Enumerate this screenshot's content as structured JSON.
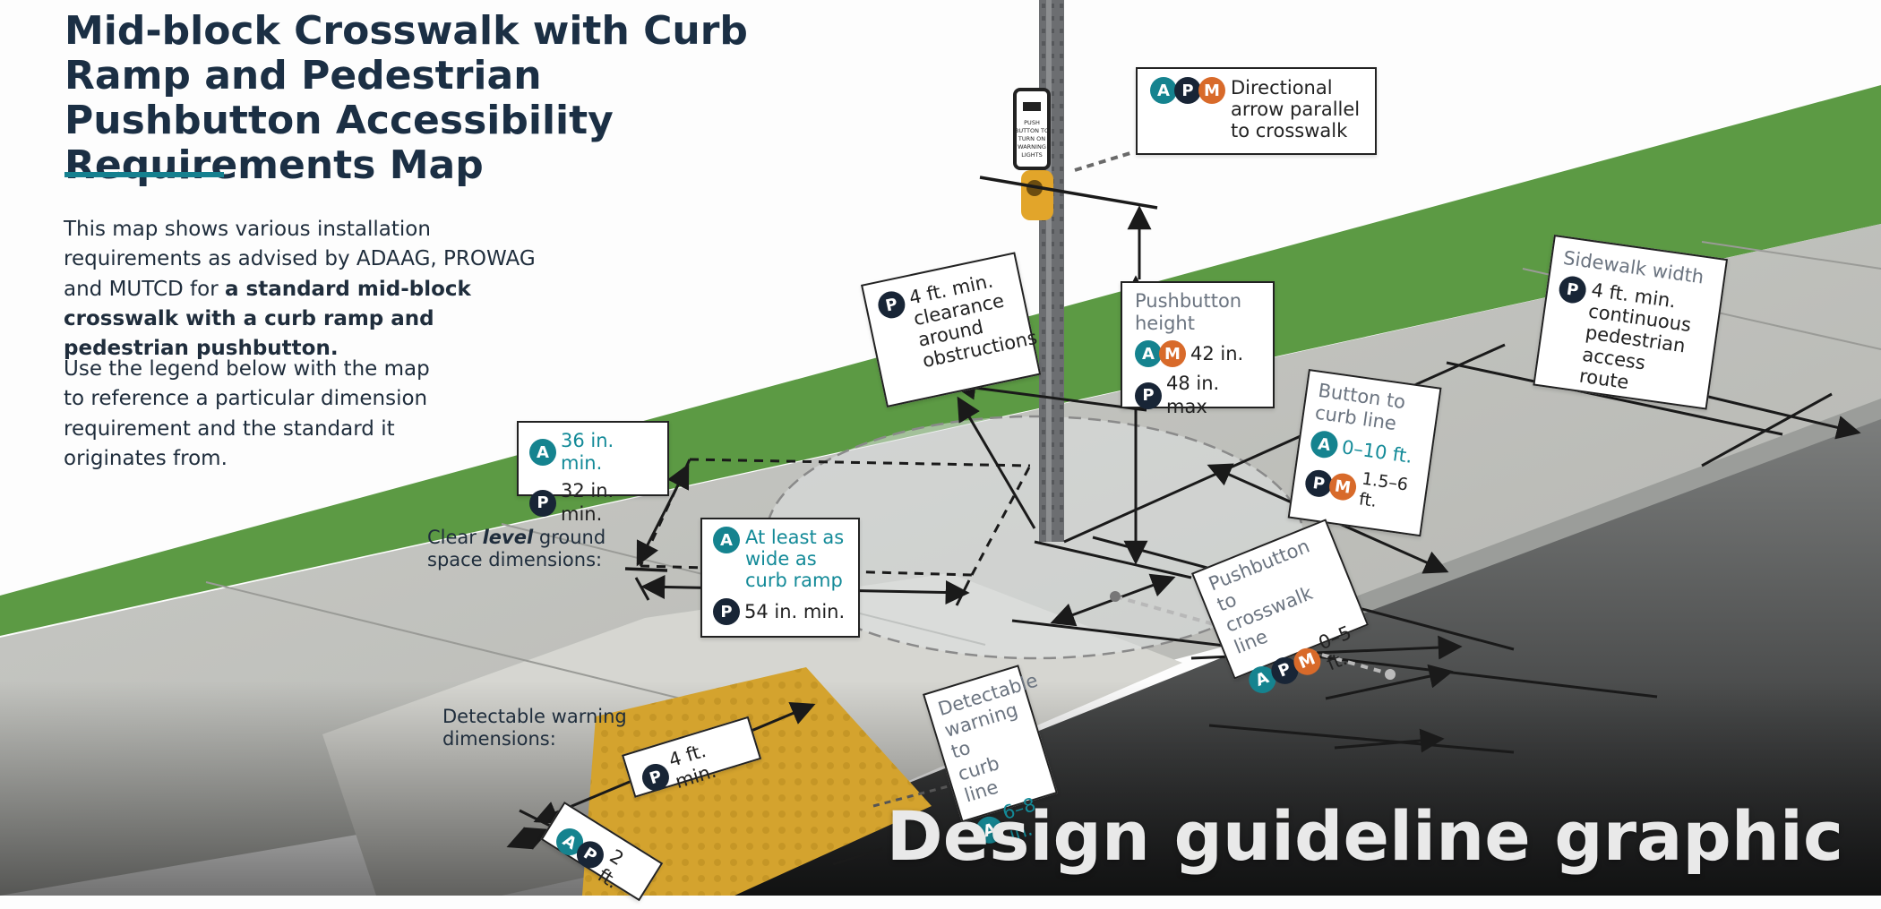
{
  "title": "Mid-block Crosswalk with Curb Ramp and Pedestrian Pushbutton Accessibility Requirements Map",
  "intro": {
    "p1_plain": "This map shows various installation requirements as advised by ADAAG, PROWAG and MUTCD for",
    "p1_bold": "a standard mid-block crosswalk with a curb ramp and pedestrian pushbutton.",
    "p2": "Use the legend below with the map to reference a particular dimension requirement and the standard it originates from."
  },
  "badges": {
    "A": "A",
    "P": "P",
    "M": "M"
  },
  "colors": {
    "ada": "#15838f",
    "prowag": "#182536",
    "mutcd": "#d86a2a",
    "grass": "#5c9a44",
    "detectable_warning": "#d4a32e",
    "pushbutton": "#e2a52a"
  },
  "sign_text": [
    "PUSH",
    "BUTTON TO",
    "TURN ON",
    "WARNING",
    "LIGHTS"
  ],
  "callouts": {
    "directional_arrow": {
      "text": [
        "Directional",
        "arrow parallel",
        "to crosswalk"
      ]
    },
    "clearance": {
      "text": [
        "4 ft. min.",
        "clearance",
        "around",
        "obstructions"
      ]
    },
    "pushbutton_height": {
      "header": [
        "Pushbutton",
        "height"
      ],
      "am_value": "42 in.",
      "p_value": "48 in. max"
    },
    "sidewalk_width": {
      "header": "Sidewalk width",
      "text": [
        "4 ft. min.",
        "continuous",
        "pedestrian",
        "access route"
      ]
    },
    "button_to_curb": {
      "header": [
        "Button to",
        "curb line"
      ],
      "a_value": "0–10 ft.",
      "pm_value": "1.5–6 ft."
    },
    "clear_space_width": {
      "a_value": "36 in. min.",
      "p_value": "32 in. min."
    },
    "clear_space_length": {
      "a_text": [
        "At least as",
        "wide as",
        "curb ramp"
      ],
      "p_value": "54 in. min."
    },
    "pushbutton_to_crosswalk": {
      "header": [
        "Pushbutton to",
        "crosswalk line"
      ],
      "value": "0–5 ft."
    },
    "detectable_warning_length": {
      "value": "4 ft. min."
    },
    "detectable_warning_width": {
      "value": "2 ft."
    },
    "detectable_warning_to_curb": {
      "header": [
        "Detectable",
        "warning to",
        "curb line"
      ],
      "value": "6–8 in."
    }
  },
  "labels": {
    "clear_level_pre": "Clear ",
    "clear_level_em": "level",
    "clear_level_post": " ground",
    "clear_level_line2": "space dimensions:",
    "detectable_line1": "Detectable warning",
    "detectable_line2": "dimensions:"
  },
  "watermark": "Design guideline graphic"
}
